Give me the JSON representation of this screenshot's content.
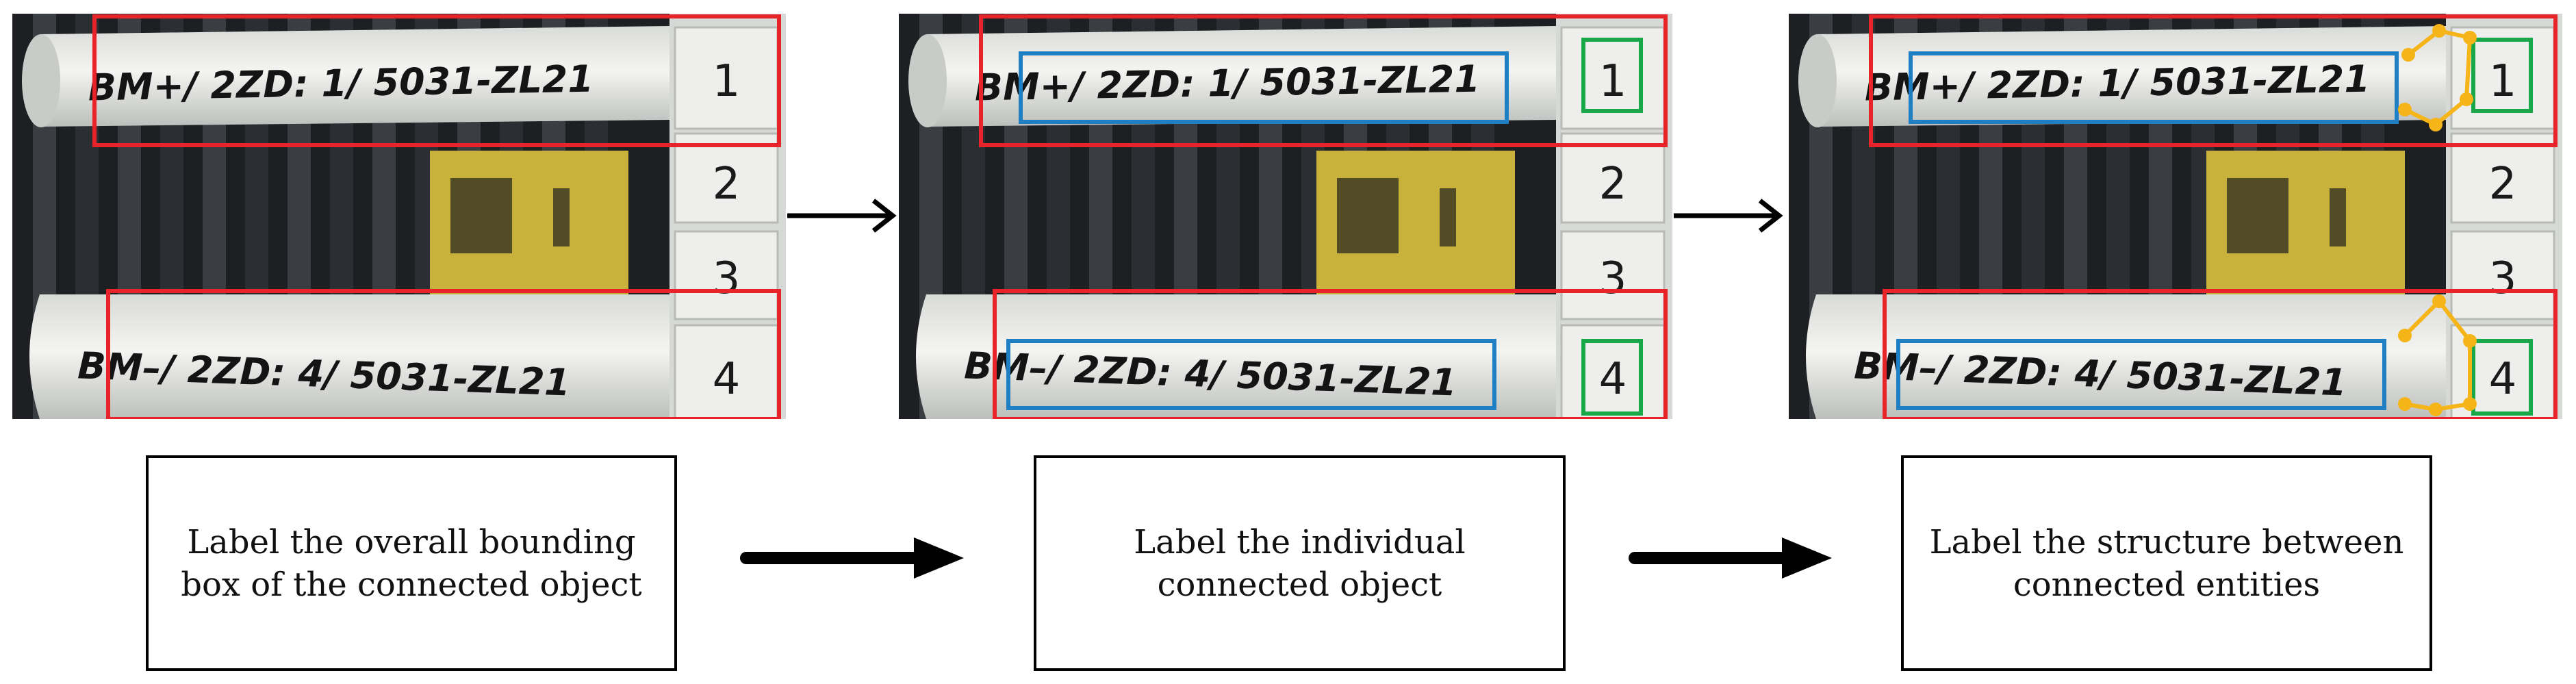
{
  "panels": [
    {
      "label_top": "BM+/ 2ZD: 1/ 5031-ZL21",
      "label_bottom": "BM–/ 2ZD: 4/ 5031-ZL21",
      "numbers": [
        "1",
        "2",
        "3",
        "4"
      ]
    },
    {
      "label_top": "BM+/ 2ZD: 1/ 5031-ZL21",
      "label_bottom": "BM–/ 2ZD: 4/ 5031-ZL21",
      "numbers": [
        "1",
        "2",
        "3",
        "4"
      ]
    },
    {
      "label_top": "BM+/ 2ZD: 1/ 5031-ZL21",
      "label_bottom": "BM–/ 2ZD: 4/ 5031-ZL21",
      "numbers": [
        "1",
        "2",
        "3",
        "4"
      ]
    }
  ],
  "captions": [
    "Label the overall bounding\nbox of the connected object",
    "Label the individual\nconnected object",
    "Label the structure between\nconnected entities"
  ],
  "colors": {
    "overall_box": "#e8232a",
    "object_box": "#1f7fc4",
    "number_box": "#18a84a",
    "keypoint": "#f5b417",
    "arrow": "#000000"
  }
}
